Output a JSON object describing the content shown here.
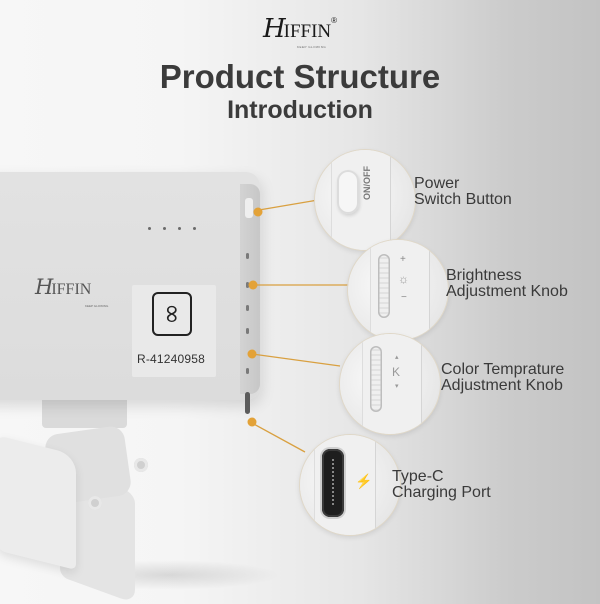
{
  "brand": {
    "logo_initial": "H",
    "logo_word": "IFFIN",
    "registered_mark": "®",
    "tagline": "KEEP GLOWING"
  },
  "header": {
    "title": "Product Structure",
    "subtitle": "Introduction"
  },
  "device": {
    "logo_initial": "H",
    "logo_word": "IFFIN",
    "logo_tagline": "KEEP GLOWING",
    "certification_symbol": "∞",
    "registration_number": "R-41240958",
    "indicator_leds": 4
  },
  "callouts": [
    {
      "id": "power-switch",
      "line1": "Power",
      "line2": "Switch Button",
      "detail_text": "ON/OFF"
    },
    {
      "id": "brightness-knob",
      "line1": "Brightness",
      "line2": "Adjustment Knob",
      "detail_plus": "+",
      "detail_icon": "☼",
      "detail_minus": "−"
    },
    {
      "id": "color-temperature-knob",
      "line1": "Color Temprature",
      "line2": "Adjustment Knob",
      "detail_up": "▴",
      "detail_letter": "K",
      "detail_down": "▾"
    },
    {
      "id": "type-c-port",
      "line1": "Type-C",
      "line2": "Charging Port",
      "detail_icon": "⚡"
    }
  ],
  "colors": {
    "accent_connector": "#e0a030",
    "title_text": "#3b3b3b",
    "body_text": "#3a3a3a"
  }
}
